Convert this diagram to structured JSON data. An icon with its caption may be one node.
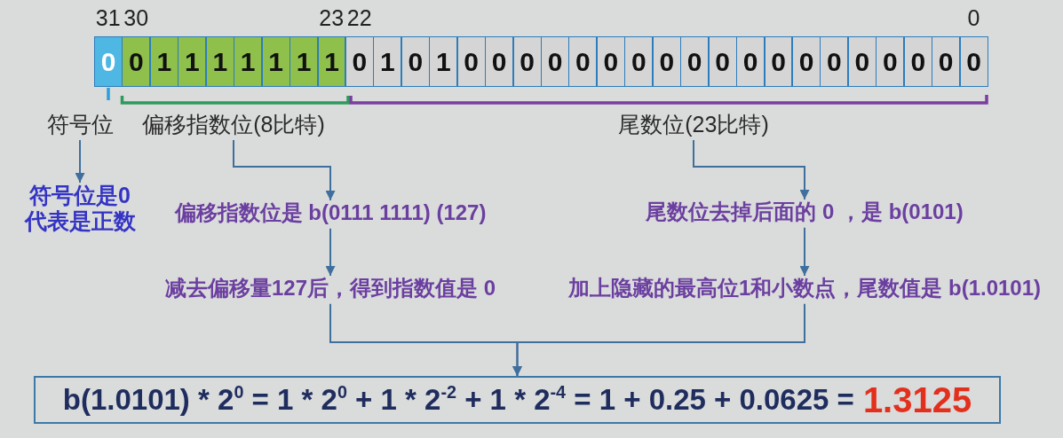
{
  "diagram": {
    "nodes": [
      {
        "text": [
          "0"
        ]
      },
      {
        "text": [
          "0"
        ]
      },
      {
        "text": [
          "1"
        ]
      },
      {
        "text": [
          "1"
        ]
      },
      {
        "text": [
          "1"
        ]
      },
      {
        "text": [
          "1"
        ]
      },
      {
        "text": [
          "1"
        ]
      },
      {
        "text": [
          "1"
        ]
      },
      {
        "text": [
          "1"
        ]
      },
      {
        "text": [
          "0"
        ]
      },
      {
        "text": [
          "1"
        ]
      },
      {
        "text": [
          "0"
        ]
      },
      {
        "text": [
          "1"
        ]
      },
      {
        "text": [
          "0"
        ]
      },
      {
        "text": [
          "0"
        ]
      },
      {
        "text": [
          "0"
        ]
      },
      {
        "text": [
          "0"
        ]
      },
      {
        "text": [
          "0"
        ]
      },
      {
        "text": [
          "0"
        ]
      },
      {
        "text": [
          "0"
        ]
      },
      {
        "text": [
          "0"
        ]
      },
      {
        "text": [
          "0"
        ]
      },
      {
        "text": [
          "0"
        ]
      },
      {
        "text": [
          "0"
        ]
      },
      {
        "text": [
          "0"
        ]
      },
      {
        "text": [
          "0"
        ]
      },
      {
        "text": [
          "0"
        ]
      },
      {
        "text": [
          "0"
        ]
      },
      {
        "text": [
          "0"
        ]
      },
      {
        "text": [
          "0"
        ]
      },
      {
        "text": [
          "0"
        ]
      },
      {
        "text": [
          "0"
        ]
      },
      {
        "text": [
          "符号位"
        ]
      },
      {
        "text": [
          "偏移指数位(8比特)"
        ]
      },
      {
        "text": [
          "尾数位(23比特)"
        ]
      },
      {
        "text": [
          "符号位是0代表是正数"
        ]
      },
      {
        "text": [
          "偏移指数位是 b(0111 1111) (127)"
        ]
      },
      {
        "text": [
          "减去偏移量127后，得到指数值是 0"
        ]
      },
      {
        "text": [
          "尾数位去掉后面的 0 ，是 b(0101)"
        ]
      },
      {
        "text": [
          "加上隐藏的最高位1和小数点，尾数值是 b(1.0101)"
        ]
      },
      {
        "text": [
          "b(1.0101) * 2$^{0}$ = 1 * 2$^{0}$ + 1 * 2$^{-2}$ + 1 * 2$^{-4}$ = 1 + 0.25 + 0.0625 =",
          "1.3125"
        ]
      }
    ],
    "edges": [
      {
        "from": 32,
        "to": 35,
        "arrow": "to"
      },
      {
        "from": 33,
        "to": 36,
        "arrow": "to"
      },
      {
        "from": 36,
        "to": 37,
        "arrow": "to"
      },
      {
        "from": 34,
        "to": 38,
        "arrow": "to"
      },
      {
        "from": 38,
        "to": 39,
        "arrow": "to"
      },
      {
        "from": 37,
        "to": 40,
        "arrow": "to"
      },
      {
        "from": 39,
        "to": 40,
        "arrow": "to"
      }
    ],
    "labels": [
      "31",
      "30",
      "23",
      "22",
      "0"
    ]
  }
}
